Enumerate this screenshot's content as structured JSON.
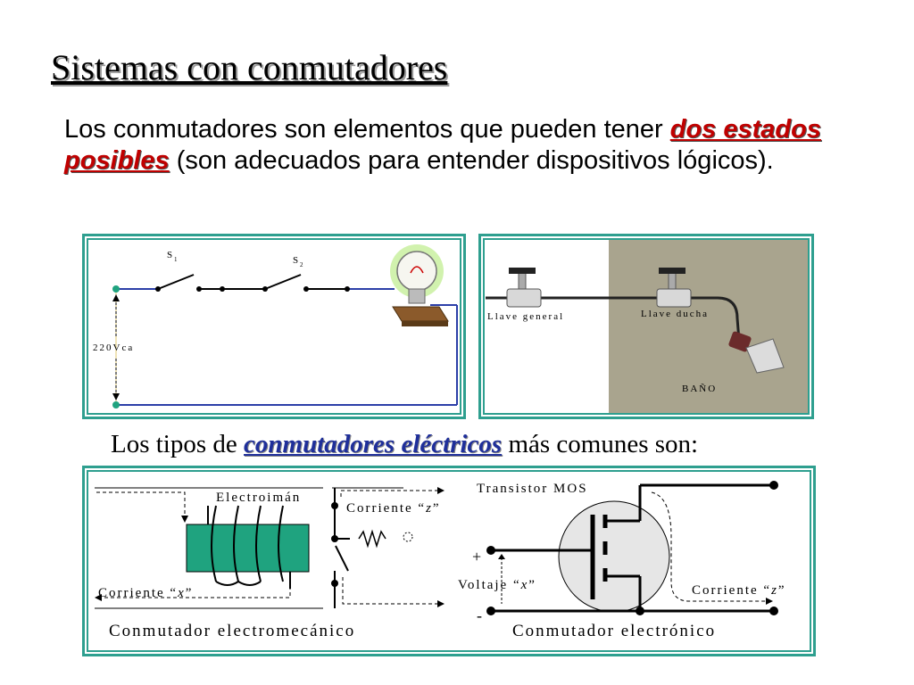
{
  "title": "Sistemas con conmutadores",
  "intro": {
    "prefix": "Los conmutadores son elementos que pueden tener ",
    "highlight": "dos estados posibles",
    "suffix": " (son adecuados para entender dispositivos lógicos)."
  },
  "circuit_figure": {
    "switch1_label": "S",
    "switch1_sub": "1",
    "switch2_label": "S",
    "switch2_sub": "2",
    "voltage_label": "220Vca"
  },
  "water_figure": {
    "valve1_label": "Llave general",
    "valve2_label": "Llave ducha",
    "room_label": "BAÑO"
  },
  "subtitle": {
    "prefix": "Los tipos de ",
    "highlight": "conmutadores eléctricos",
    "suffix": " más comunes son:"
  },
  "switch_types": {
    "electromagnet_label": "Electroimán",
    "current_x_label_prefix": "Corriente “",
    "current_x_var": "x",
    "current_z_label_prefix": "Corriente “",
    "current_z_var": "z",
    "quote_close": "”",
    "electromech_caption": "Conmutador electromecánico",
    "transistor_label": "Transistor MOS",
    "plus": "+",
    "minus": "-",
    "voltage_x_prefix": "Voltaje “",
    "voltage_x_var": "x",
    "electronic_caption": "Conmutador electrónico"
  },
  "colors": {
    "frame": "#2e9f8f",
    "highlight_red": "#c00000",
    "highlight_blue": "#1f2f9a",
    "coil_green": "#1fa37f",
    "room_bg": "#a9a48e"
  }
}
